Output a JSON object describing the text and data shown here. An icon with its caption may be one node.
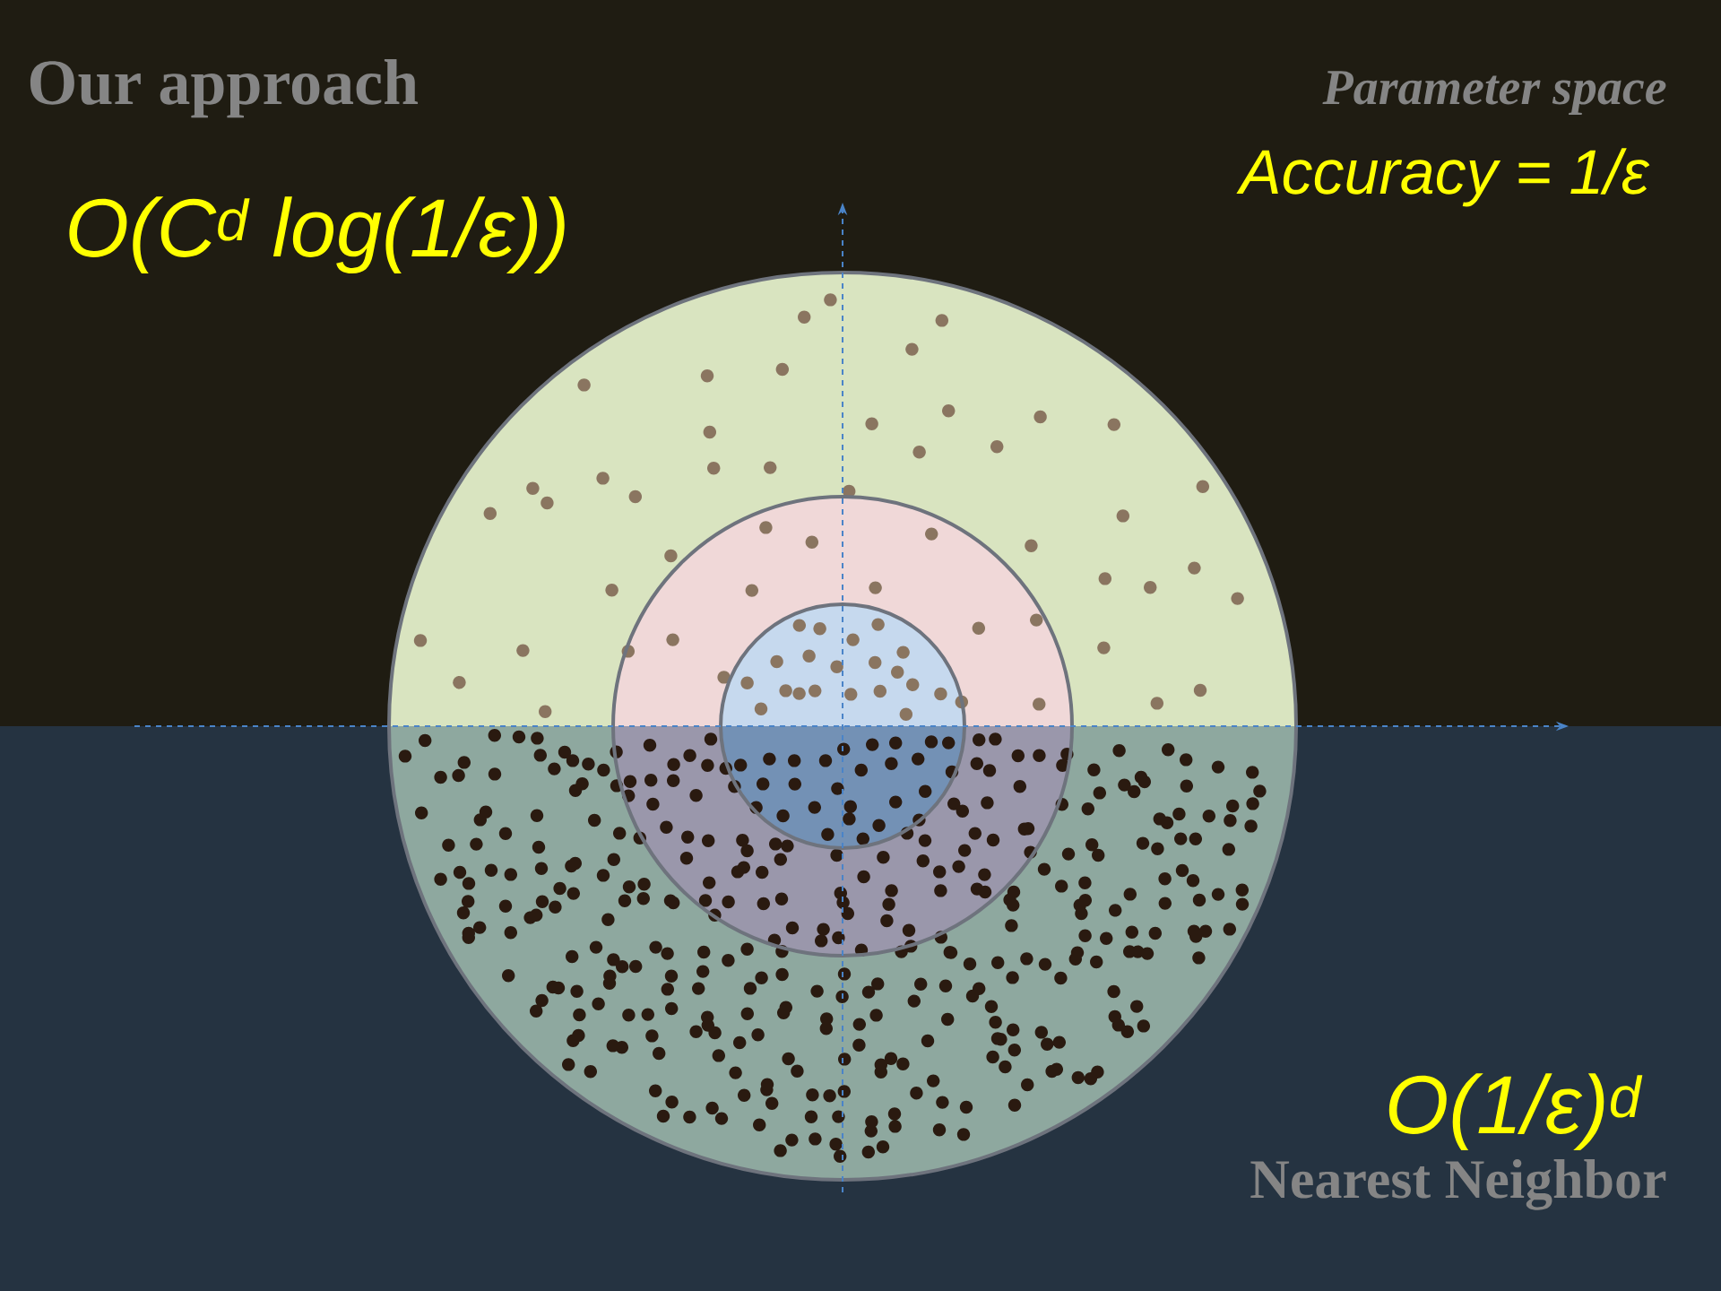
{
  "diagram": {
    "labels": [
      "Our approach",
      "Parameter  space",
      "Accuracy = 1/ε",
      "O(C$^{d}$ log(1/ε))",
      "O(1/ε)$^{d}$",
      "Nearest Neighbor"
    ]
  }
}
